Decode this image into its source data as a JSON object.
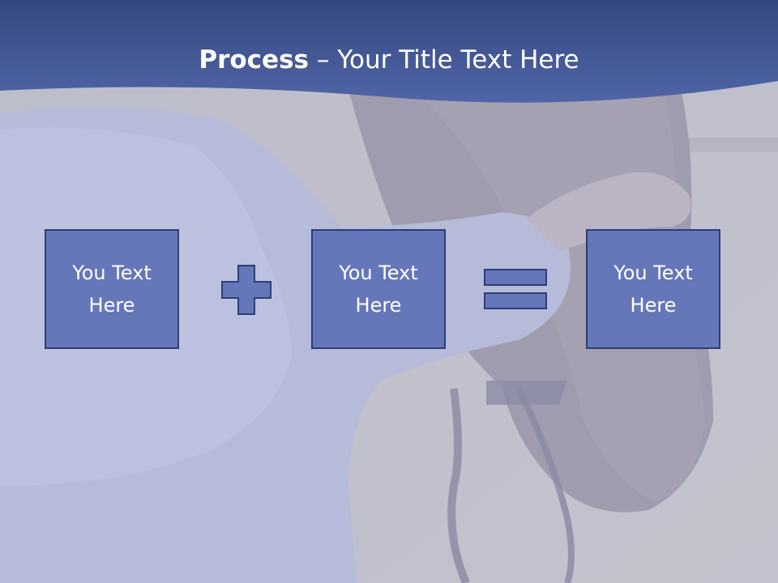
{
  "slide": {
    "title_bold": "Process",
    "title_rest": " – Your Title Text Here",
    "operator_plus": "plus-sign",
    "operator_equals": "equals-sign",
    "boxes": [
      {
        "label": "You Text\nHere"
      },
      {
        "label": "You Text\nHere"
      },
      {
        "label": "You Text\nHere"
      }
    ]
  },
  "colors": {
    "header_blue": "#3e5393",
    "box_fill": "#6577b9",
    "box_border": "#2c3d78",
    "overlay": "#c3c9e0"
  }
}
